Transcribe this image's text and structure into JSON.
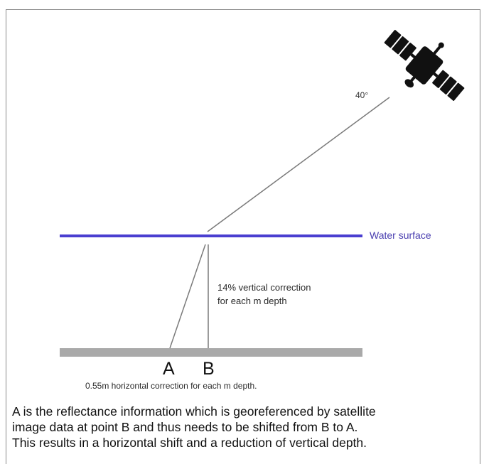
{
  "diagram": {
    "angle_label": "40°",
    "water_surface_label": "Water surface",
    "vertical_correction_lines": [
      "14% vertical correction",
      "for each m depth"
    ],
    "point_a_label": "A",
    "point_b_label": "B",
    "horizontal_correction_label": "0.55m horizontal correction for each m depth.",
    "caption_lines": [
      "A is the reflectance information which is georeferenced by satellite",
      "image data at point B and thus needs to be shifted from B to A.",
      "This results in a horizontal shift and a reduction of vertical depth."
    ],
    "colors": {
      "water_surface": "#4a3fd0",
      "seabed": "#a9a9a9",
      "lines": "#777777",
      "satellite": "#111111"
    }
  }
}
